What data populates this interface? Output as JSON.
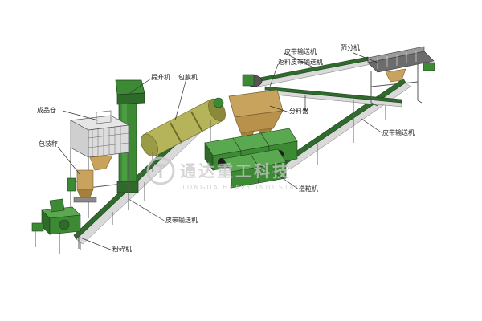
{
  "labels": {
    "finished_bin": "成品仓",
    "elevator": "提升机",
    "coating_machine": "包膜机",
    "belt_conveyor_top": "皮带输送机",
    "return_belt_conveyor": "返料皮带输送机",
    "screening_machine": "筛分机",
    "distributor": "分料器",
    "belt_conveyor_right": "皮带输送机",
    "packing_scale": "包装秤",
    "granulator": "造粒机",
    "belt_conveyor_bottom": "皮带输送机",
    "crusher": "粉碎机"
  },
  "watermark": {
    "title": "通达重工科技",
    "subtitle": "TONGDA HEAVY INDUSTRIES"
  },
  "colors": {
    "machine_green": "#3d8a35",
    "drum_yellow": "#b5b45a",
    "frame_gray": "#6b6b6b",
    "hopper_tan": "#c8a35e"
  }
}
